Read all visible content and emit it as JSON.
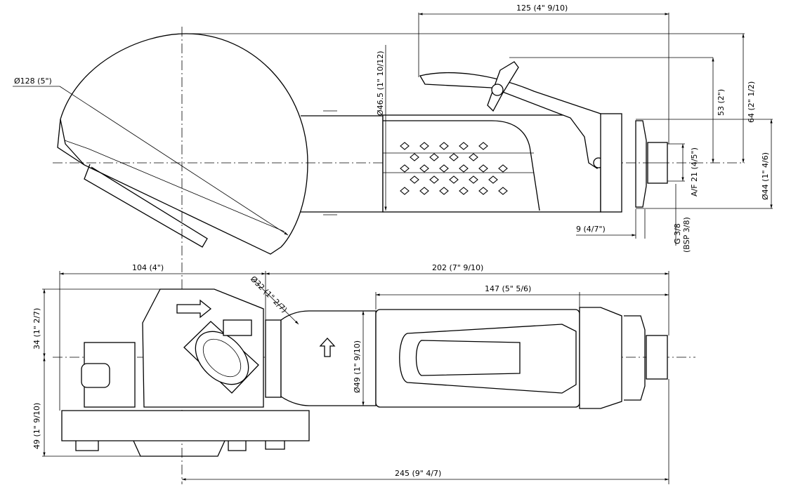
{
  "dimensions": {
    "overall_top": "125 (4\" 9/10)",
    "disc_diameter": "Ø128 (5\")",
    "body_diameter_top": "Ø46.5 (1\" 10/12)",
    "height_53": "53 (2\")",
    "height_64": "64 (2\" 1/2)",
    "across_flats": "A/F 21 (4/5\")",
    "inlet_diameter": "Ø44 (1\" 4/6)",
    "inlet_length": "9 (4/7\")",
    "thread_g": "G 3/8",
    "thread_bsp": "(BSP 3/8)",
    "head_length": "104 (4\")",
    "body_length": "202 (7\" 9/10)",
    "spindle_diameter": "Ø32 (1\" 2/7)",
    "grip_length": "147 (5\" 5/6)",
    "height_34": "34 (1\" 2/7)",
    "body_diameter_bottom": "Ø49 (1\" 9/10)",
    "height_49": "49 (1\" 9/10)",
    "overall_length": "245 (9\" 4/7)"
  }
}
